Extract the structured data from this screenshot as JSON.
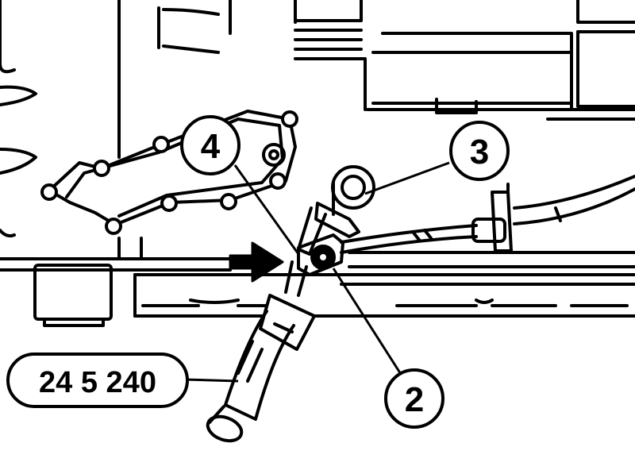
{
  "callouts": {
    "c2": "2",
    "c3": "3",
    "c4": "4",
    "tool_code": "24 5 240"
  },
  "colors": {
    "ink": "#000000",
    "paper": "#ffffff"
  }
}
